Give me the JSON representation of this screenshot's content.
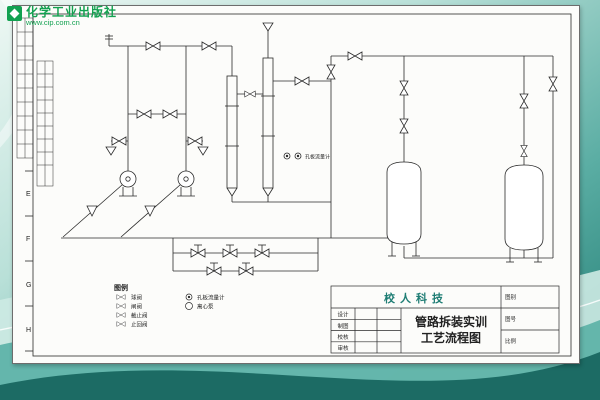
{
  "watermark": {
    "publisher": "化学工业出版社",
    "site": "www.cip.com.cn"
  },
  "frame": {
    "zone_letters": [
      "E",
      "F",
      "G",
      "H"
    ]
  },
  "diagram": {
    "orifice_label": "孔板流量计"
  },
  "legend": {
    "title": "图例",
    "left_items": [
      {
        "label": "球阀"
      },
      {
        "label": "闸阀"
      },
      {
        "label": "截止阀"
      },
      {
        "label": "止回阀"
      }
    ],
    "right_items": [
      {
        "label": "孔板流量计"
      },
      {
        "label": "离心泵"
      }
    ]
  },
  "title_block": {
    "company": "校人科技",
    "title_line1": "管路拆装实训",
    "title_line2": "工艺流程图",
    "sign_rows": [
      {
        "label": "设计"
      },
      {
        "label": "制图"
      },
      {
        "label": "校核"
      },
      {
        "label": "审核"
      }
    ],
    "right_rows": [
      {
        "label": "图别"
      },
      {
        "label": "图号"
      },
      {
        "label": "比例"
      }
    ]
  },
  "colors": {
    "accent_teal": "#1e7d74",
    "publisher_green": "#12a150"
  }
}
